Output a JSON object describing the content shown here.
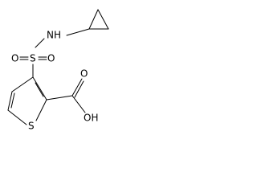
{
  "atoms": {
    "nh": "NH",
    "s_sulfonyl": "S",
    "o_left": "O",
    "o_right": "O",
    "o_carbonyl": "O",
    "oh": "OH",
    "s_ring": "S"
  },
  "colors": {
    "bond": "#000000",
    "label": "#000000",
    "background": "#ffffff"
  }
}
